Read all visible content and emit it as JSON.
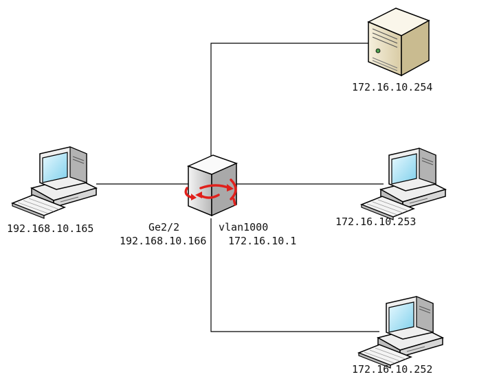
{
  "nodes": {
    "pc_left": {
      "ip": "192.168.10.165"
    },
    "router": {
      "port_left_name": "Ge2/2",
      "port_left_ip": "192.168.10.166",
      "port_right_name": "vlan1000",
      "port_right_ip": "172.16.10.1"
    },
    "server": {
      "ip": "172.16.10.254"
    },
    "pc_right_1": {
      "ip": "172.16.10.253"
    },
    "pc_right_2": {
      "ip": "172.16.10.252"
    }
  },
  "colors": {
    "line": "#000000",
    "router_arrow": "#e0201b",
    "server_body": "#ece3c8",
    "monitor_screen": "#bfe9f7"
  }
}
